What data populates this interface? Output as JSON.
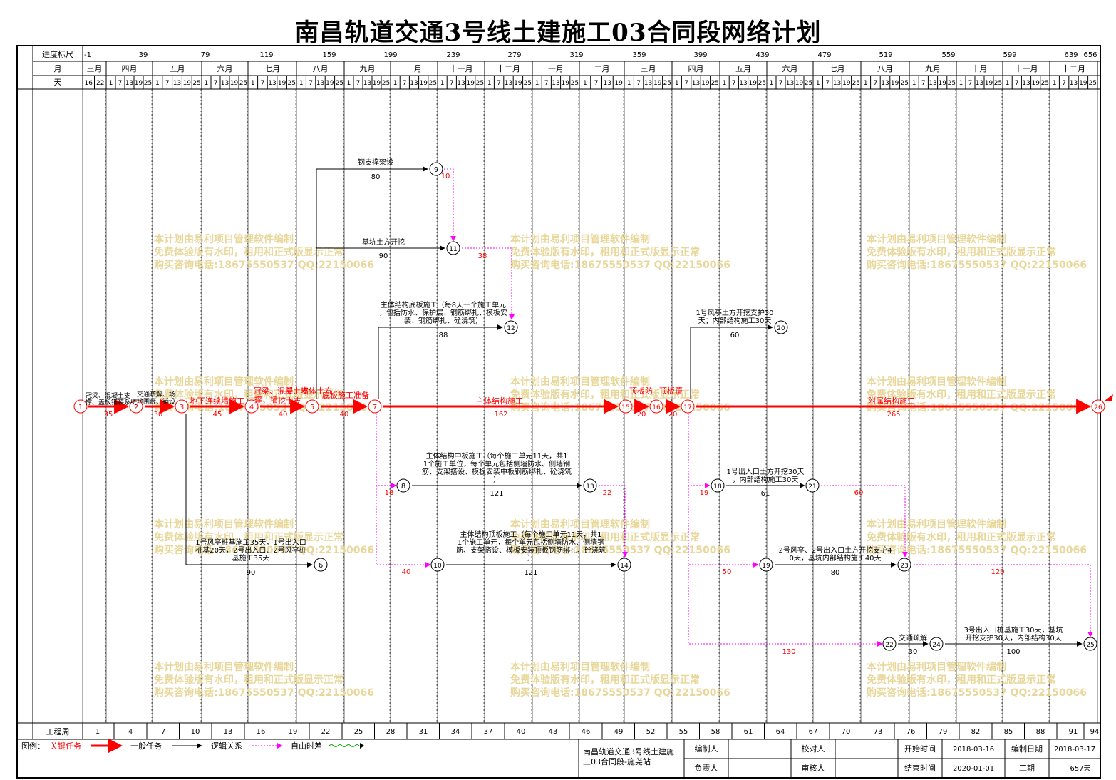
{
  "title": "南昌轨道交通3号线土建施工03合同段网络计划",
  "colors": {
    "critical": "#ff0000",
    "normal": "#000000",
    "logic": "#ff00ff",
    "float": "#ff0000",
    "watermark": "#e8d79a"
  },
  "header": {
    "scale_label": "进度标尺",
    "month_label": "月",
    "day_label": "天",
    "scale_ticks": [
      "-1",
      "39",
      "79",
      "119",
      "159",
      "199",
      "239",
      "279",
      "319",
      "359",
      "399",
      "439",
      "479",
      "519",
      "559",
      "599",
      "639",
      "656"
    ],
    "months": [
      "三月",
      "四月",
      "五月",
      "六月",
      "七月",
      "八月",
      "九月",
      "十月",
      "十一月",
      "十二月",
      "一月",
      "二月",
      "三月",
      "四月",
      "五月",
      "六月",
      "七月",
      "八月",
      "九月",
      "十月",
      "十一月",
      "十二月"
    ],
    "first_month_days": [
      "16",
      "22"
    ],
    "month_days": [
      "1",
      "7",
      "13",
      "19",
      "25"
    ],
    "feb_days": [
      "1",
      "7",
      "13",
      "19"
    ]
  },
  "weeks_label": "工程周",
  "weeks": [
    "1",
    "4",
    "7",
    "10",
    "13",
    "16",
    "19",
    "22",
    "25",
    "28",
    "31",
    "34",
    "37",
    "40",
    "43",
    "46",
    "49",
    "52",
    "55",
    "58",
    "61",
    "64",
    "67",
    "70",
    "73",
    "76",
    "79",
    "82",
    "85",
    "88",
    "91",
    "94"
  ],
  "watermark": [
    "本计划由易利项目管理软件编制",
    "免费体验版有水印，租用和正式版显示正常",
    "购买咨询电话:18675550537 QQ:22150066"
  ],
  "nodes": [
    {
      "id": "1",
      "critical": true
    },
    {
      "id": "2",
      "critical": true
    },
    {
      "id": "3",
      "critical": true
    },
    {
      "id": "4",
      "critical": true
    },
    {
      "id": "5",
      "critical": true
    },
    {
      "id": "7",
      "critical": true
    },
    {
      "id": "15",
      "critical": true
    },
    {
      "id": "16",
      "critical": true
    },
    {
      "id": "17",
      "critical": true
    },
    {
      "id": "26",
      "critical": true
    },
    {
      "id": "9"
    },
    {
      "id": "11"
    },
    {
      "id": "12"
    },
    {
      "id": "20"
    },
    {
      "id": "8"
    },
    {
      "id": "13"
    },
    {
      "id": "18"
    },
    {
      "id": "21"
    },
    {
      "id": "6"
    },
    {
      "id": "10"
    },
    {
      "id": "14"
    },
    {
      "id": "19"
    },
    {
      "id": "23"
    },
    {
      "id": "22"
    },
    {
      "id": "24"
    },
    {
      "id": "25"
    }
  ],
  "tasks": [
    {
      "label": "",
      "duration": "35",
      "critical": true
    },
    {
      "label": "",
      "duration": "30",
      "critical": true
    },
    {
      "label": "地下连续墙施工",
      "duration": "45",
      "critical": true
    },
    {
      "label": "",
      "duration": "40",
      "critical": true
    },
    {
      "label": "底板施工准备",
      "duration": "40",
      "critical": true
    },
    {
      "label": "主体结构施工",
      "duration": "162",
      "critical": true
    },
    {
      "label": "",
      "duration": "20",
      "critical": true
    },
    {
      "label": "",
      "duration": "20",
      "critical": true
    },
    {
      "label": "附属结构施工",
      "duration": "265",
      "critical": true
    },
    {
      "label": "钢支撑架设",
      "duration": "80"
    },
    {
      "label": "基坑土方开挖",
      "duration": "90"
    },
    {
      "label": "主体结构底板施工（每8天一个施工单元，包括防水、保护层、钢筋绑扎、模板安装、钢筋绑扎、砼浇筑）",
      "duration": "88"
    },
    {
      "label": "1号风亭土方开挖支护30天；内部结构施工30天",
      "duration": "60"
    },
    {
      "label": "主体结构中板施工（每个施工单元11天，共11个施工单位，每个单元包括侧墙防水、侧墙钢筋、支架搭设、模板安装中板钢筋绑扎、砼浇筑）",
      "duration": "121"
    },
    {
      "label": "1号出入口土方开挖30天，内部结构施工30天",
      "duration": "61"
    },
    {
      "label": "1号风亭桩基施工35天，1号出入口桩基20天，2号出入口、2号风亭桩基施工35天",
      "duration": "90"
    },
    {
      "label": "主体结构顶板施工（每个施工单元11天，共11个施工单元，每个单元包括侧墙防水、侧墙钢筋、支架搭设、模板安装顶板钢筋绑扎、砼浇筑）",
      "duration": "121"
    },
    {
      "label": "2号风亭、2号出入口土方开挖支护40天，基坑内部结构施工40天",
      "duration": "80"
    },
    {
      "label": "交通疏解",
      "duration": "30"
    },
    {
      "label": "3号出入口桩基施工30天，基坑开挖支护30天，内部结构30天",
      "duration": "100"
    }
  ],
  "critical_fragments": [
    "挖土支",
    "冠梁、混凝土支",
    "撑、墙",
    "撑、墙体土方",
    "顶板防",
    "顶板覆"
  ],
  "start_fragments": [
    "冠梁、混凝土支",
    "撑、盖板铺装系统",
    "交通疏解、场",
    "地围蔽、铺设"
  ],
  "floats": [
    "10",
    "38",
    "18",
    "22",
    "19",
    "60",
    "40",
    "50",
    "120",
    "130"
  ],
  "legend": {
    "label": "图例：",
    "critical": "关键任务",
    "normal": "一般任务",
    "logic": "逻辑关系",
    "float": "自由时差"
  },
  "footer": {
    "project": "南昌轨道交通3号线土建施工03合同段-施尧站",
    "editor_label": "编制人",
    "checker_label": "校对人",
    "owner_label": "负责人",
    "reviewer_label": "审核人",
    "start_label": "开始时间",
    "start_value": "2018-03-16",
    "plan_date_label": "编制日期",
    "plan_date_value": "2018-03-17",
    "end_label": "结束时间",
    "end_value": "2020-01-01",
    "duration_label": "工期",
    "duration_value": "657天"
  }
}
